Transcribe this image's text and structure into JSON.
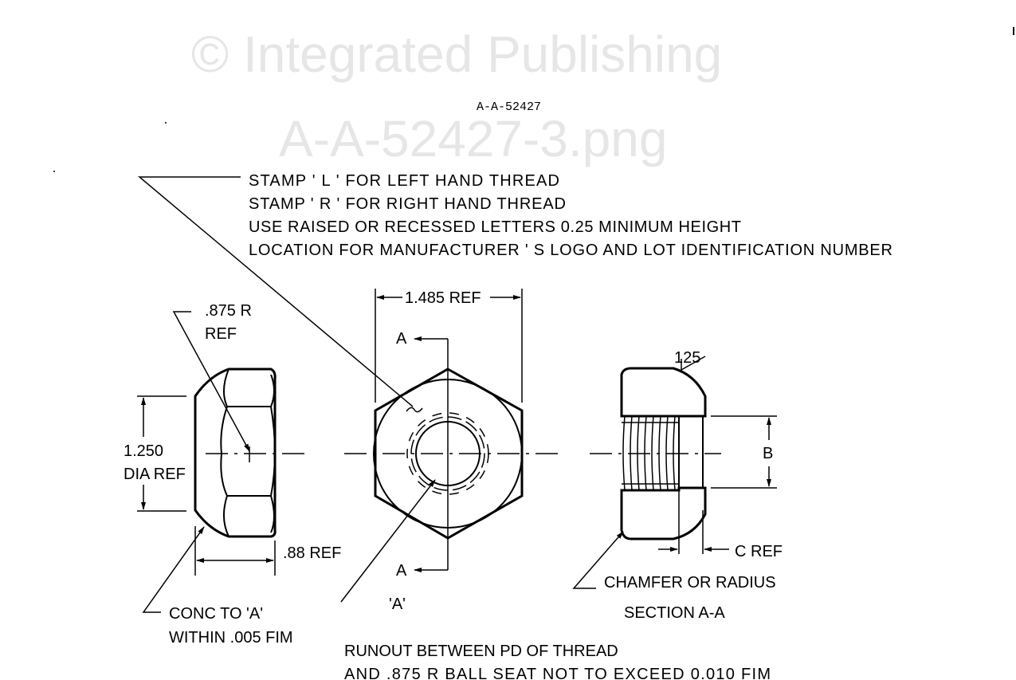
{
  "header": {
    "doc_number": "A-A-52427"
  },
  "watermark": {
    "line1": "© Integrated Publishing",
    "line2": "A-A-52427-3.png"
  },
  "notes": [
    "STAMP ' L ' FOR LEFT HAND THREAD",
    "STAMP ' R ' FOR RIGHT HAND THREAD",
    "USE RAISED OR RECESSED LETTERS 0.25 MINIMUM HEIGHT",
    "LOCATION FOR MANUFACTURER ' S  LOGO AND LOT IDENTIFICATION NUMBER"
  ],
  "side_view": {
    "radius_label": ".875 R",
    "radius_ref": "REF",
    "dia_value": "1.250",
    "dia_label": "DIA REF",
    "width_label": ".88 REF",
    "conc_line1": "CONC TO 'A'",
    "conc_line2": "WITHIN .005 FIM"
  },
  "front_view": {
    "across_flats": "1.485 REF",
    "section_mark_top": "A",
    "section_mark_bottom": "A",
    "datum_label": "'A'"
  },
  "section_view": {
    "finish": "125",
    "b_label": "B",
    "c_label": "C REF",
    "chamfer_label": "CHAMFER OR RADIUS",
    "title": "SECTION A-A"
  },
  "footer_note": [
    "RUNOUT BETWEEN PD OF THREAD",
    "AND .875 R BALL SEAT NOT TO EXCEED 0.010 FIM"
  ]
}
